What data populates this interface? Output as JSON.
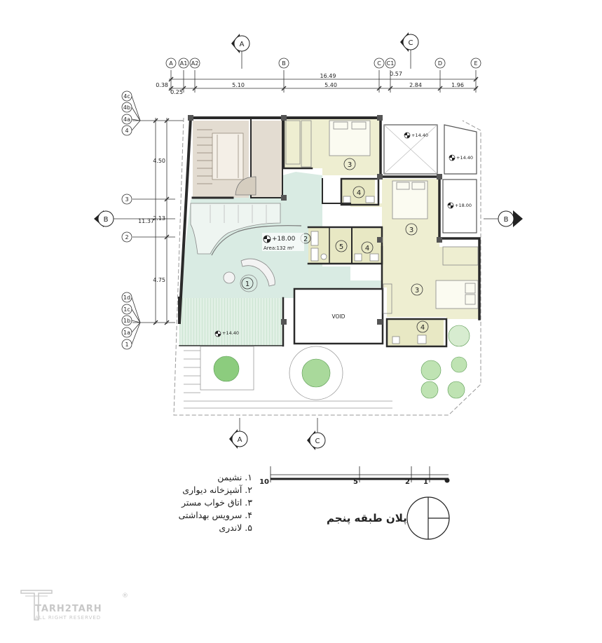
{
  "dimensions": {
    "top_total": "16.49",
    "top_row1": [
      "0.38",
      "5.10",
      "5.40",
      "0.57",
      "2.84",
      "1.96"
    ],
    "top_row2": [
      "0.25"
    ],
    "left_total": "11.37",
    "left_segments": [
      "4.50",
      "2.13",
      "4.75"
    ]
  },
  "grid_cols": [
    "A",
    "A1",
    "A2",
    "B",
    "C",
    "C1",
    "D",
    "E"
  ],
  "grid_rows": [
    "4c",
    "4b",
    "4a",
    "4",
    "3",
    "2",
    "1d",
    "1c",
    "1b",
    "1a",
    "1"
  ],
  "section_markers": {
    "top_left": "A",
    "top_right": "C",
    "bottom_left": "A",
    "bottom_right": "C",
    "left": "B",
    "right": "B"
  },
  "levels": {
    "main": "+18.00",
    "area": "Area:132 m²",
    "terrace": "+14.40",
    "top_right": "+14.40",
    "right": "+14.40",
    "east": "+18.00"
  },
  "room_numbers": [
    "1",
    "2",
    "3",
    "3",
    "3",
    "4",
    "4",
    "4",
    "5"
  ],
  "void_label": "VOID",
  "scale_bar": [
    "10",
    "5",
    "2",
    "1"
  ],
  "legend": [
    "۱. نشیمن",
    "۲. آشپزخانه دیواری",
    "۳. اتاق خواب مستر",
    "۴. سرویس بهداشتی",
    "۵. لاندری"
  ],
  "plan_title": "پلان طبقه پنجم",
  "logo": {
    "name": "TARH2TARH",
    "sub": "ALL RIGHT RESERVED",
    "mark": "®"
  },
  "colors": {
    "living": "#d9ebe3",
    "bedroom": "#eeeed1",
    "service": "#e8e8c4",
    "stair": "#e3dcd1",
    "balcony": "#c9e4cf",
    "wall": "#2a2a2a",
    "tree": "#8ccc7e"
  }
}
